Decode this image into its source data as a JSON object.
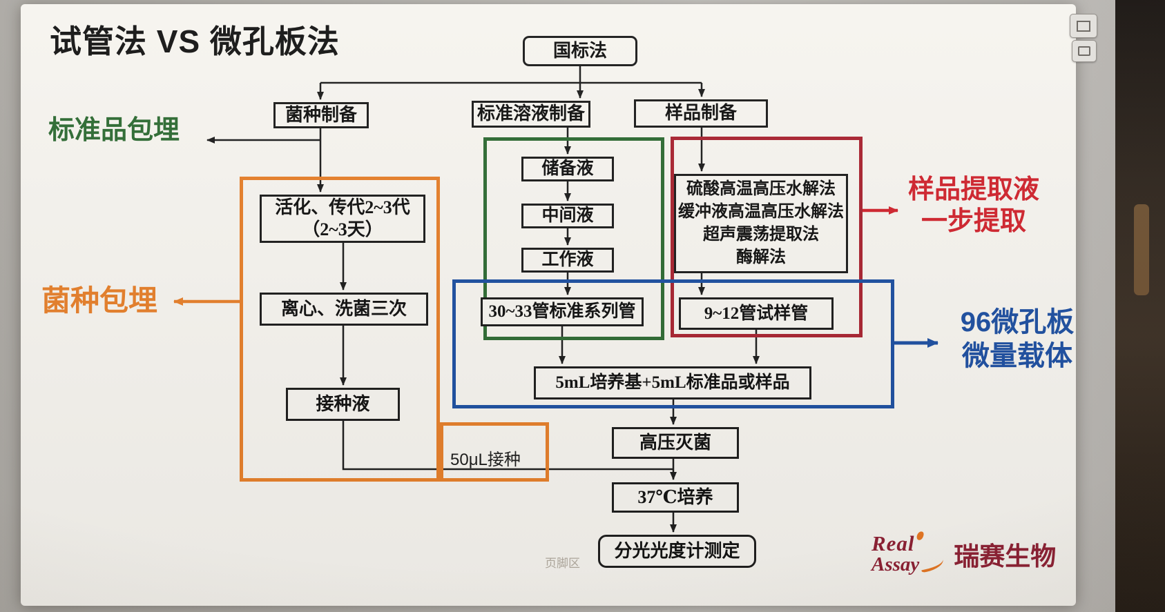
{
  "title": "试管法 VS 微孔板法",
  "root": {
    "label": "国标法"
  },
  "columns": {
    "strain": {
      "header": "菌种制备",
      "activate_line1": "活化、传代2~3代",
      "activate_line2": "（2~3天）",
      "wash": "离心、洗菌三次",
      "inoculum": "接种液",
      "inoculate_note": "50μL接种"
    },
    "standard": {
      "header": "标准溶液制备",
      "stock": "储备液",
      "intermediate": "中间液",
      "working": "工作液",
      "series_tubes": "30~33管标准系列管"
    },
    "sample": {
      "header": "样品制备",
      "methods": [
        "硫酸高温高压水解法",
        "缓冲液高温高压水解法",
        "超声震荡提取法",
        "酶解法"
      ],
      "test_tubes": "9~12管试样管"
    }
  },
  "shared": {
    "mix": "5mL培养基+5mL标准品或样品",
    "autoclave": "高压灭菌",
    "incubate": "37℃培养",
    "measure": "分光光度计测定"
  },
  "annotations": {
    "standard_embed": "标准品包埋",
    "strain_embed": "菌种包埋",
    "extract_line1": "样品提取液",
    "extract_line2": "一步提取",
    "plate_line1": "96微孔板",
    "plate_line2": "微量载体"
  },
  "footer": "页脚区",
  "logo": {
    "line1": "Real",
    "line2": "Assay",
    "company": "瑞赛生物"
  },
  "icons": {
    "overlay_top": "floating-capture-icon",
    "overlay_bottom": "floating-note-icon",
    "logo_flame": "brand-flame-icon",
    "logo_swoosh": "brand-swoosh-icon"
  },
  "colors": {
    "green": "#2e6b33",
    "orange": "#e67f2a",
    "red": "#d0242e",
    "darkred": "#a92431",
    "blue": "#1d4fa1",
    "maroon": "#8e1f33",
    "logo_orange": "#e87722",
    "ink": "#1c1c1c"
  }
}
